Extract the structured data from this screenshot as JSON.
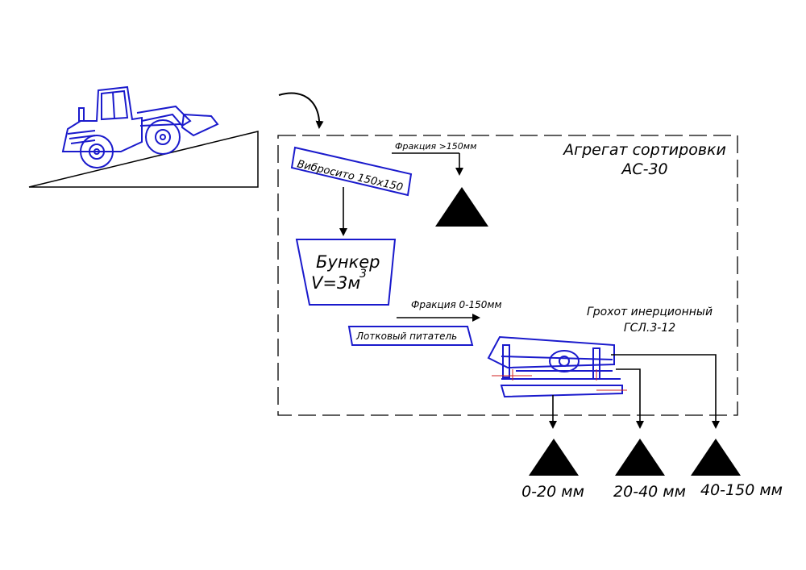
{
  "aggregate": {
    "title_line1": "Агрегат сортировки",
    "title_line2": "АС-30"
  },
  "vibrosito": {
    "label": "Вибросито 150х150"
  },
  "fraction_top": {
    "label": "Фракция >150мм"
  },
  "bunker": {
    "line1": "Бункер",
    "line2": "V=3м",
    "sup": "3"
  },
  "fraction_mid": {
    "label": "Фракция 0-150мм"
  },
  "feeder": {
    "label": "Лотковый питатель"
  },
  "screen": {
    "line1": "Грохот инерционный",
    "line2": "ГСЛ.3-12"
  },
  "outputs": [
    "0-20 мм",
    "20-40 мм",
    "40-150 мм"
  ],
  "colors": {
    "equipment": "#1a1acc",
    "lines": "#000000",
    "accent": "#d02020"
  }
}
